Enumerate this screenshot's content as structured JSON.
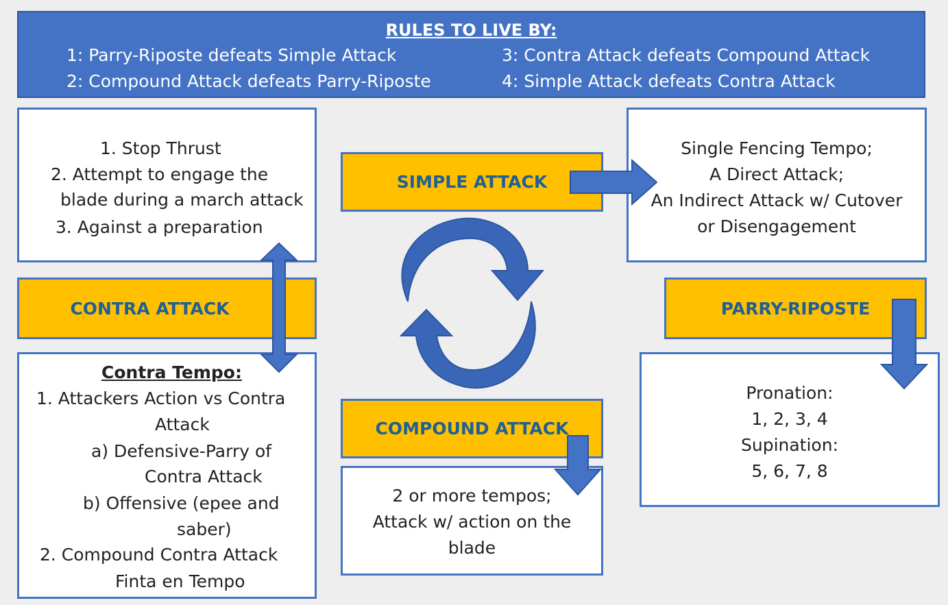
{
  "rules": {
    "title": "RULES TO LIVE BY:",
    "items": [
      "1: Parry-Riposte defeats Simple Attack",
      "2: Compound Attack defeats Parry-Riposte",
      "3: Contra Attack defeats Compound Attack",
      "4: Simple Attack defeats Contra Attack"
    ]
  },
  "contra_top": {
    "lines": [
      "1.   Stop Thrust",
      "2.   Attempt to engage the",
      "blade during a march attack",
      "3.   Against a preparation"
    ]
  },
  "contra_label": "CONTRA ATTACK",
  "contra_tempo": {
    "heading": "Contra Tempo:",
    "lines": [
      "1.   Attackers Action vs Contra",
      "Attack",
      "a)   Defensive-Parry of",
      "Contra Attack",
      "b)   Offensive (epee and",
      "saber)",
      "2.   Compound Contra Attack",
      "Finta en Tempo"
    ]
  },
  "simple_label": "SIMPLE ATTACK",
  "simple_desc": {
    "lines": [
      "Single Fencing Tempo;",
      "A Direct Attack;",
      "An Indirect Attack w/ Cutover",
      "or Disengagement"
    ]
  },
  "parry_label": "PARRY-RIPOSTE",
  "parry_desc": {
    "lines": [
      "Pronation:",
      "1, 2, 3, 4",
      "Supination:",
      "5, 6, 7, 8"
    ]
  },
  "compound_label": "COMPOUND ATTACK",
  "compound_desc": {
    "lines": [
      "2 or more tempos;",
      "Attack w/ action on the",
      "blade"
    ]
  },
  "colors": {
    "blue": "#4472c4",
    "gold": "#ffc000",
    "label_text": "#1f6096"
  }
}
